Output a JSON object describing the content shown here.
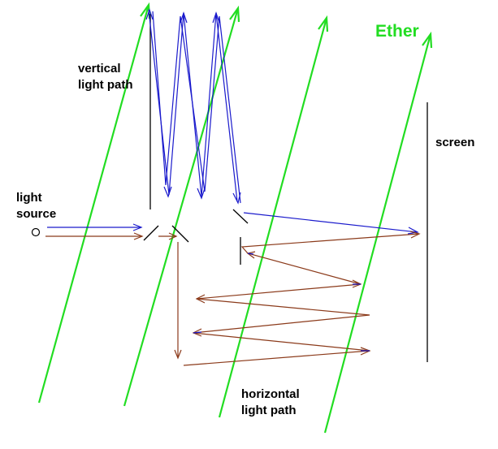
{
  "labels": {
    "vertical_path": [
      "vertical",
      "light path"
    ],
    "light_source": [
      "light",
      "source"
    ],
    "screen": "screen",
    "horizontal_path": [
      "horizontal",
      "light path"
    ],
    "ether": "Ether"
  },
  "colors": {
    "ether": "#22dd22",
    "vertical_beam": "#1a1acc",
    "horizontal_beam": "#8b3a1a",
    "mirror": "#000000",
    "background": "#ffffff"
  },
  "icons": {
    "light_source": "hollow-circle",
    "beam_head": "open-arrowhead"
  }
}
